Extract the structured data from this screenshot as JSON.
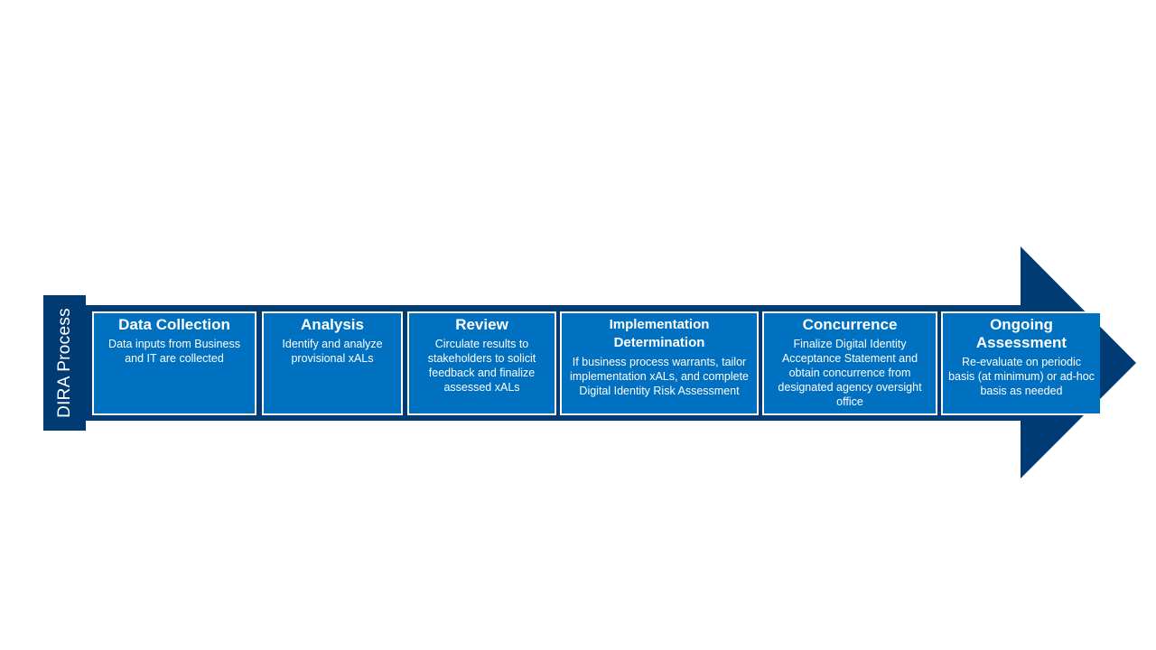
{
  "process_label": "DIRA Process",
  "colors": {
    "dark_blue": "#003B73",
    "box_blue": "#0070C0",
    "text": "#FFFFFF"
  },
  "steps": [
    {
      "title": "Data  Collection",
      "description": "Data inputs from Business and IT are collected"
    },
    {
      "title": "Analysis",
      "description": "Identify and analyze provisional xALs"
    },
    {
      "title": "Review",
      "description": "Circulate results to stakeholders to solicit feedback and finalize assessed xALs"
    },
    {
      "title": "Implementation Determination",
      "description": "If business process warrants, tailor implementation xALs, and complete Digital Identity Risk Assessment"
    },
    {
      "title": "Concurrence",
      "description": "Finalize Digital Identity Acceptance Statement and obtain concurrence from designated agency oversight office"
    },
    {
      "title": "Ongoing Assessment",
      "description": "Re-evaluate on periodic basis (at minimum) or ad-hoc basis as needed"
    }
  ]
}
